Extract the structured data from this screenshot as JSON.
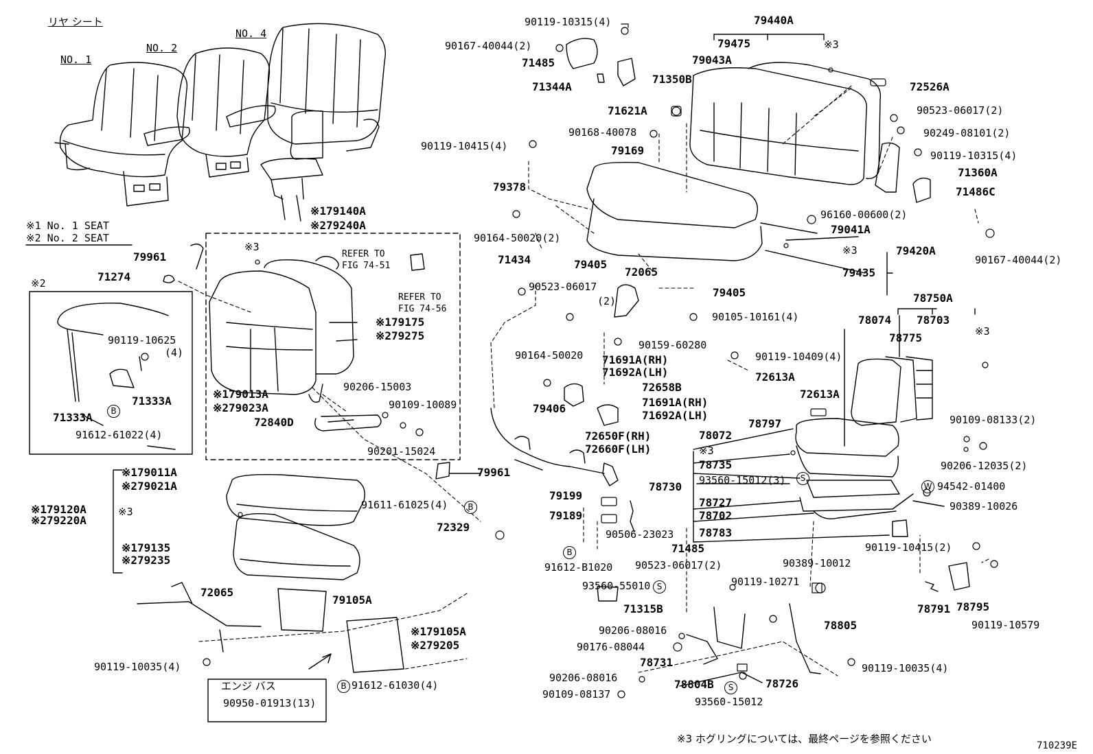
{
  "header": {
    "title": "リヤ シート"
  },
  "seat_labels": {
    "no1": "NO. 1",
    "no2": "NO. 2",
    "no4": "NO. 4"
  },
  "notes": {
    "n1": "※1 No. 1 SEAT",
    "n2": "※2 No. 2 SEAT",
    "n_star2": "※2"
  },
  "refs": {
    "fig51": "REFER TO\nFIG 74-51",
    "fig56": "REFER TO\nFIG 74-56"
  },
  "engine": {
    "label": "エンジ バス",
    "part": "90950-01913(13)"
  },
  "footer": {
    "note": "※3 ホグリングについては、最終ページを参照ください",
    "code": "710239E"
  },
  "symbols": {
    "b": "B",
    "s": "S",
    "w": "W"
  },
  "parts": {
    "p1": "90119-10315(4)",
    "p2": "90167-40044(2)",
    "p3": "71485",
    "p4": "71344A",
    "p5": "71350B",
    "p6": "79440A",
    "p7": "79475",
    "p8": "79043A",
    "p9": "※3",
    "p10": "72526A",
    "p11": "71621A",
    "p12": "90523-06017(2)",
    "p13": "90168-40078",
    "p14": "90249-08101(2)",
    "p15": "90119-10415(4)",
    "p16": "79169",
    "p17": "90119-10315(4)",
    "p18": "71360A",
    "p19": "71486C",
    "p20": "79378",
    "p21": "96160-00600(2)",
    "p22": "79041A",
    "p23": "90164-50020(2)",
    "p24": "※3",
    "p25": "79420A",
    "p26": "79405",
    "p27": "79435",
    "p28": "90167-40044(2)",
    "p29": "71434",
    "p30": "72065",
    "p31": "90523-06017",
    "p32": "(2)",
    "p33": "79405",
    "p34": "90105-10161(4)",
    "p35": "78750A",
    "p36": "78074",
    "p37": "78703",
    "p38": "78775",
    "p39": "※3",
    "p40": "90159-60280",
    "p41": "90164-50020",
    "p42": "71691A(RH)",
    "p43": "71692A(LH)",
    "p44": "90119-10409(4)",
    "p45": "72613A",
    "p46": "72658B",
    "p47": "72613A",
    "p48": "71691A(RH)",
    "p49": "71692A(LH)",
    "p50": "79406",
    "p51": "78797",
    "p52": "90109-08133(2)",
    "p53": "72650F(RH)",
    "p54": "72660F(LH)",
    "p55": "78072",
    "p56": "※3",
    "p57": "90206-12035(2)",
    "p58": "78735",
    "p59": "93560-15012(3)",
    "p60": "94542-01400",
    "p61": "78730",
    "p62": "79199",
    "p63": "78727",
    "p64": "90389-10026",
    "p65": "79189",
    "p66": "78702",
    "p67": "90506-23023",
    "p68": "78783",
    "p69": "90119-10415(2)",
    "p70": "71485",
    "p71": "91612-B1020",
    "p72": "90523-06017(2)",
    "p73": "90389-10012",
    "p74": "93560-55010",
    "p75": "90119-10271",
    "p76": "78791",
    "p77": "78795",
    "p78": "71315B",
    "p79": "90119-10579",
    "p80": "78805",
    "p81": "90206-08016",
    "p82": "90176-08044",
    "p83": "78731",
    "p84": "90119-10035(4)",
    "p85": "90206-08016",
    "p86": "78804B",
    "p87": "78726",
    "p88": "90109-08137",
    "p89": "93560-15012",
    "q1": "※179140A",
    "q2": "※279240A",
    "q3": "79961",
    "q4": "※3",
    "q5": "71274",
    "q6": "※179175",
    "q7": "※279275",
    "q8": "90119-10625",
    "q9": "(4)",
    "q10": "※179013A",
    "q11": "※279023A",
    "q12": "90206-15003",
    "q13": "90109-10089",
    "q14": "72840D",
    "q15": "71333A",
    "q16": "71333A",
    "q17": "91612-61022(4)",
    "q18": "90201-15024",
    "q19": "79961",
    "q20": "※179011A",
    "q21": "※279021A",
    "q22": "※179120A",
    "q23": "※3",
    "q24": "91611-61025(4)",
    "q25": "※279220A",
    "q26": "72329",
    "q27": "※179135",
    "q28": "※279235",
    "q29": "72065",
    "q30": "79105A",
    "q31": "※179105A",
    "q32": "※279205",
    "q33": "90119-10035(4)",
    "q34": "91612-61030(4)"
  }
}
